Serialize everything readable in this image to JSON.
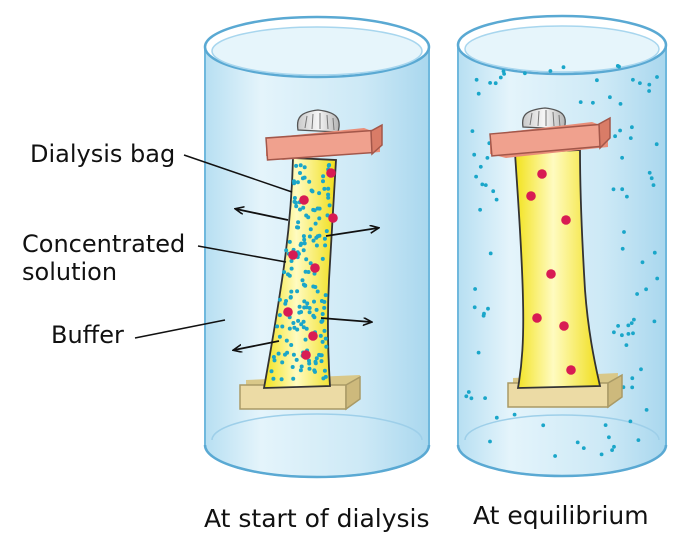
{
  "labels": {
    "dialysis_bag": "Dialysis bag",
    "concentrated_line1": "Concentrated",
    "concentrated_line2": "solution",
    "buffer": "Buffer"
  },
  "captions": {
    "start": "At start of dialysis",
    "equilibrium": "At equilibrium"
  },
  "colors": {
    "buffer_fill": "#cbe9f6",
    "buffer_edge": "#7fc4e6",
    "bag_fill": "#f7ee3a",
    "bag_highlight": "#fffbb8",
    "clamp_top": "#f0a18e",
    "clamp_bottom": "#ecdba5",
    "small_molecule": "#1aa6c9",
    "macromolecule": "#d81b53"
  },
  "icons": [
    "arrow-icon",
    "glass-cylinder-icon",
    "dialysis-bag-icon"
  ]
}
